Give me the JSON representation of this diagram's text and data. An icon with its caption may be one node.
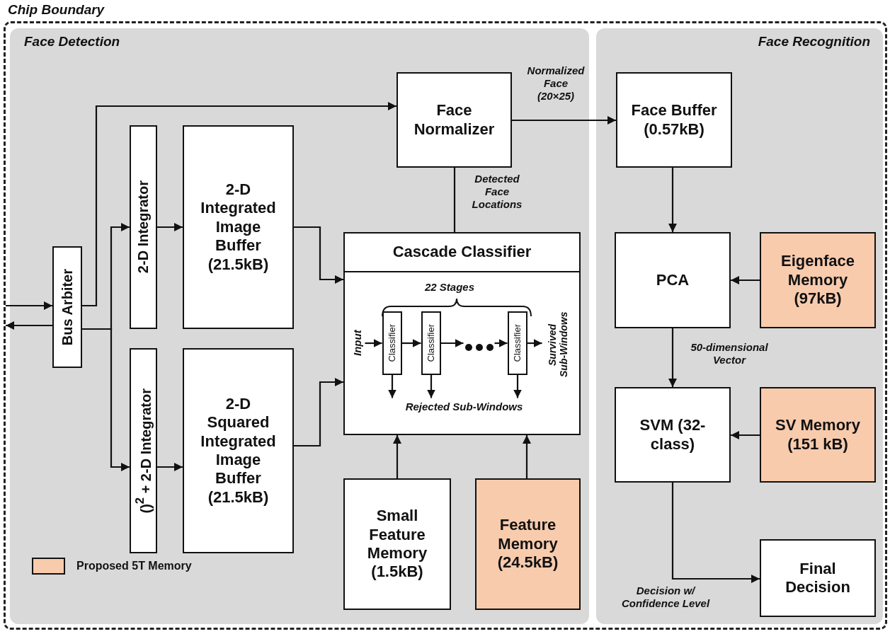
{
  "diagram": {
    "nodes": [
      {
        "text": [
          "Chip Boundary"
        ]
      },
      {
        "text": [
          "Face Detection"
        ],
        "in": 0
      },
      {
        "text": [
          "Face Recognition"
        ],
        "in": 0
      },
      {
        "text": [
          "Bus Arbiter"
        ],
        "in": 1
      },
      {
        "text": [
          "2-D Integrator"
        ],
        "in": 1
      },
      {
        "text": [
          "()$^{2}$ + 2-D Integrator"
        ],
        "in": 1
      },
      {
        "text": [
          "2-D Integrated Image Buffer (21.5kB)"
        ],
        "in": 1
      },
      {
        "text": [
          "2-D Squared Integrated Image Buffer (21.5kB)"
        ],
        "in": 1
      },
      {
        "text": [
          "Face Normalizer"
        ],
        "in": 1
      },
      {
        "text": [
          "Cascade Classifier"
        ],
        "in": 1
      },
      {
        "text": [
          "Input"
        ],
        "in": 9
      },
      {
        "text": [
          "Classifier"
        ],
        "in": 9
      },
      {
        "text": [
          "Classifier"
        ],
        "in": 9
      },
      {
        "text": [],
        "shape": "dots",
        "in": 9
      },
      {
        "text": [
          "Classifier"
        ],
        "in": 9
      },
      {
        "text": [
          "Survived Sub-Windows"
        ],
        "in": 9
      },
      {
        "text": [
          "Rejected Sub-Windows"
        ],
        "in": 9
      },
      {
        "text": [
          "Small Feature Memory (1.5kB)"
        ],
        "in": 1
      },
      {
        "text": [
          "Feature Memory (24.5kB)"
        ],
        "in": 1
      },
      {
        "text": [
          "Face Buffer (0.57kB)"
        ],
        "in": 2
      },
      {
        "text": [
          "PCA"
        ],
        "in": 2
      },
      {
        "text": [
          "Eigenface Memory (97kB)"
        ],
        "in": 2
      },
      {
        "text": [
          "SVM (32-class)"
        ],
        "in": 2
      },
      {
        "text": [
          "SV Memory (151 kB)"
        ],
        "in": 2
      },
      {
        "text": [
          "Final Decision"
        ],
        "in": 2
      }
    ],
    "edges": [
      {
        "from": null,
        "to": 3,
        "arrow": "to"
      },
      {
        "from": 3,
        "to": null,
        "arrow": "to"
      },
      {
        "from": 3,
        "to": 8,
        "arrow": "to"
      },
      {
        "from": 3,
        "to": 4,
        "arrow": "to"
      },
      {
        "from": 3,
        "to": 5,
        "arrow": "to"
      },
      {
        "from": 4,
        "to": 6,
        "arrow": "to"
      },
      {
        "from": 5,
        "to": 7,
        "arrow": "to"
      },
      {
        "from": 6,
        "to": 9,
        "arrow": "to"
      },
      {
        "from": 7,
        "to": 9,
        "arrow": "to"
      },
      {
        "from": 9,
        "to": 8,
        "arrow": "none",
        "label": "Detected Face Locations"
      },
      {
        "from": 8,
        "to": 19,
        "arrow": "to",
        "label": "Normalized Face (20×25)"
      },
      {
        "from": 17,
        "to": 9,
        "arrow": "to"
      },
      {
        "from": 18,
        "to": 9,
        "arrow": "to"
      },
      {
        "from": 19,
        "to": 20,
        "arrow": "to"
      },
      {
        "from": 21,
        "to": 20,
        "arrow": "to"
      },
      {
        "from": 20,
        "to": 22,
        "arrow": "to",
        "label": "50-dimensional Vector"
      },
      {
        "from": 23,
        "to": 22,
        "arrow": "to"
      },
      {
        "from": 22,
        "to": 24,
        "arrow": "to",
        "label": "Decision w/ Confidence Level"
      },
      {
        "from": 10,
        "to": 11,
        "arrow": "to"
      },
      {
        "from": 11,
        "to": 12,
        "arrow": "to"
      },
      {
        "from": 12,
        "to": 13,
        "arrow": "to"
      },
      {
        "from": 13,
        "to": 14,
        "arrow": "to"
      },
      {
        "from": 14,
        "to": 15,
        "arrow": "to"
      },
      {
        "from": 11,
        "to": 16,
        "arrow": "to"
      },
      {
        "from": 12,
        "to": 16,
        "arrow": "to"
      },
      {
        "from": 14,
        "to": 16,
        "arrow": "to"
      }
    ],
    "labels": [
      "22 Stages"
    ],
    "legend": [
      {
        "text": "Proposed 5T Memory",
        "color": "#f8cbad"
      }
    ]
  }
}
